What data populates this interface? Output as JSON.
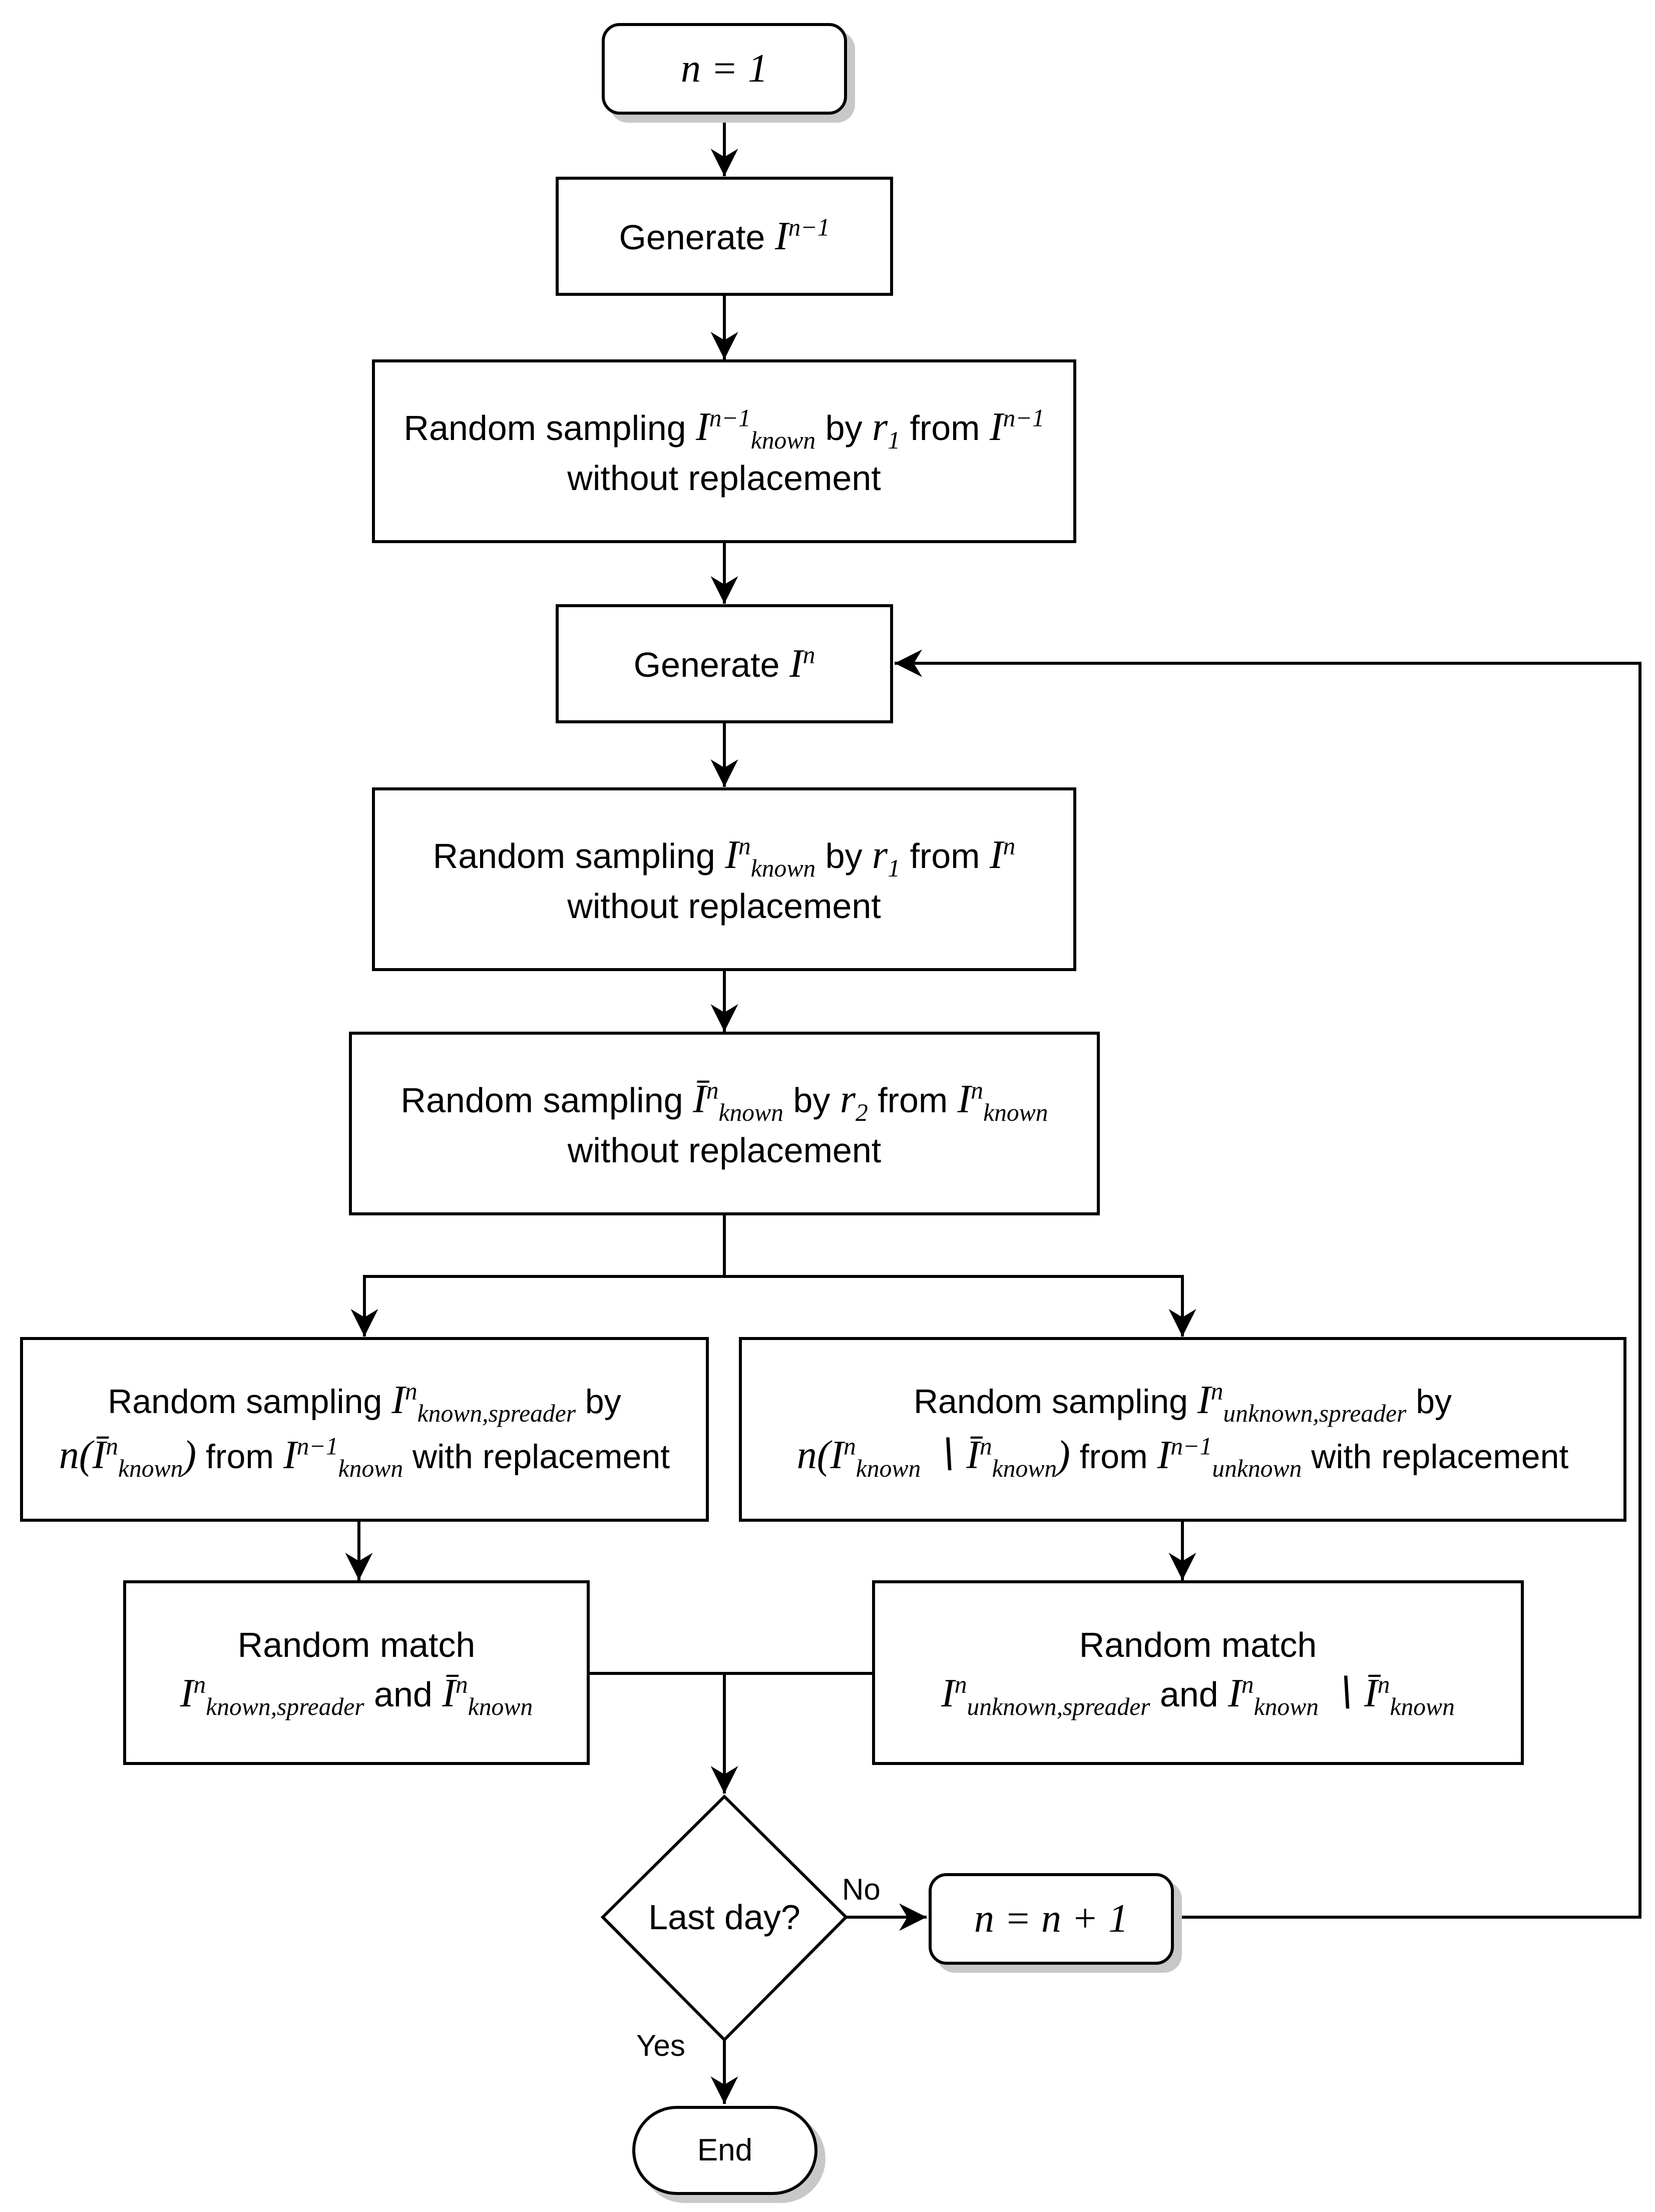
{
  "start": {
    "text": "n = 1"
  },
  "generate_prev": {
    "label": "Generate",
    "var": "I",
    "sup": "n−1"
  },
  "sample_prev": {
    "prefix": "Random sampling",
    "var": "I",
    "sup": "n−1",
    "sub": "known",
    "by": "by",
    "rate": "r",
    "rate_sub": "1",
    "from": "from",
    "source": "I",
    "source_sup": "n−1",
    "line2": "without replacement"
  },
  "generate_cur": {
    "label": "Generate",
    "var": "I",
    "sup": "n"
  },
  "sample_cur": {
    "prefix": "Random sampling",
    "var": "I",
    "sup": "n",
    "sub": "known",
    "by": "by",
    "rate": "r",
    "rate_sub": "1",
    "from": "from",
    "source": "I",
    "source_sup": "n",
    "line2": "without replacement"
  },
  "sample_bar": {
    "prefix": "Random sampling",
    "var": "Ī",
    "sup": "n",
    "sub": "known",
    "by": "by",
    "rate": "r",
    "rate_sub": "2",
    "from": "from",
    "source": "I",
    "source_sup": "n",
    "source_sub": "known",
    "line2": "without replacement"
  },
  "sample_known_spreader": {
    "prefix": "Random sampling",
    "var": "I",
    "sup": "n",
    "sub": "known,spreader",
    "by": "by",
    "count_fn": "n(",
    "count_var": "Ī",
    "count_sup": "n",
    "count_sub": "known",
    "count_close": ")",
    "from": "from",
    "source": "I",
    "source_sup": "n−1",
    "source_sub": "known",
    "suffix": "with replacement"
  },
  "sample_unknown_spreader": {
    "prefix": "Random sampling",
    "var": "I",
    "sup": "n",
    "sub": "unknown,spreader",
    "by": "by",
    "count_fn": "n(",
    "count_a": "I",
    "count_a_sup": "n",
    "count_a_sub": "known",
    "count_op": "∖",
    "count_b": "Ī",
    "count_b_sup": "n",
    "count_b_sub": "known",
    "count_close": ")",
    "from": "from",
    "source": "I",
    "source_sup": "n−1",
    "source_sub": "unknown",
    "suffix": "with replacement"
  },
  "match_known": {
    "line1": "Random match",
    "a": "I",
    "a_sup": "n",
    "a_sub": "known,spreader",
    "and": "and",
    "b": "Ī",
    "b_sup": "n",
    "b_sub": "known"
  },
  "match_unknown": {
    "line1": "Random match",
    "a": "I",
    "a_sup": "n",
    "a_sub": "unknown,spreader",
    "and": "and",
    "b": "I",
    "b_sup": "n",
    "b_sub": "known",
    "op": "∖",
    "c": "Ī",
    "c_sup": "n",
    "c_sub": "known"
  },
  "decision": {
    "text": "Last day?"
  },
  "labels": {
    "no": "No",
    "yes": "Yes"
  },
  "increment": {
    "text": "n = n + 1"
  },
  "end": {
    "text": "End"
  }
}
